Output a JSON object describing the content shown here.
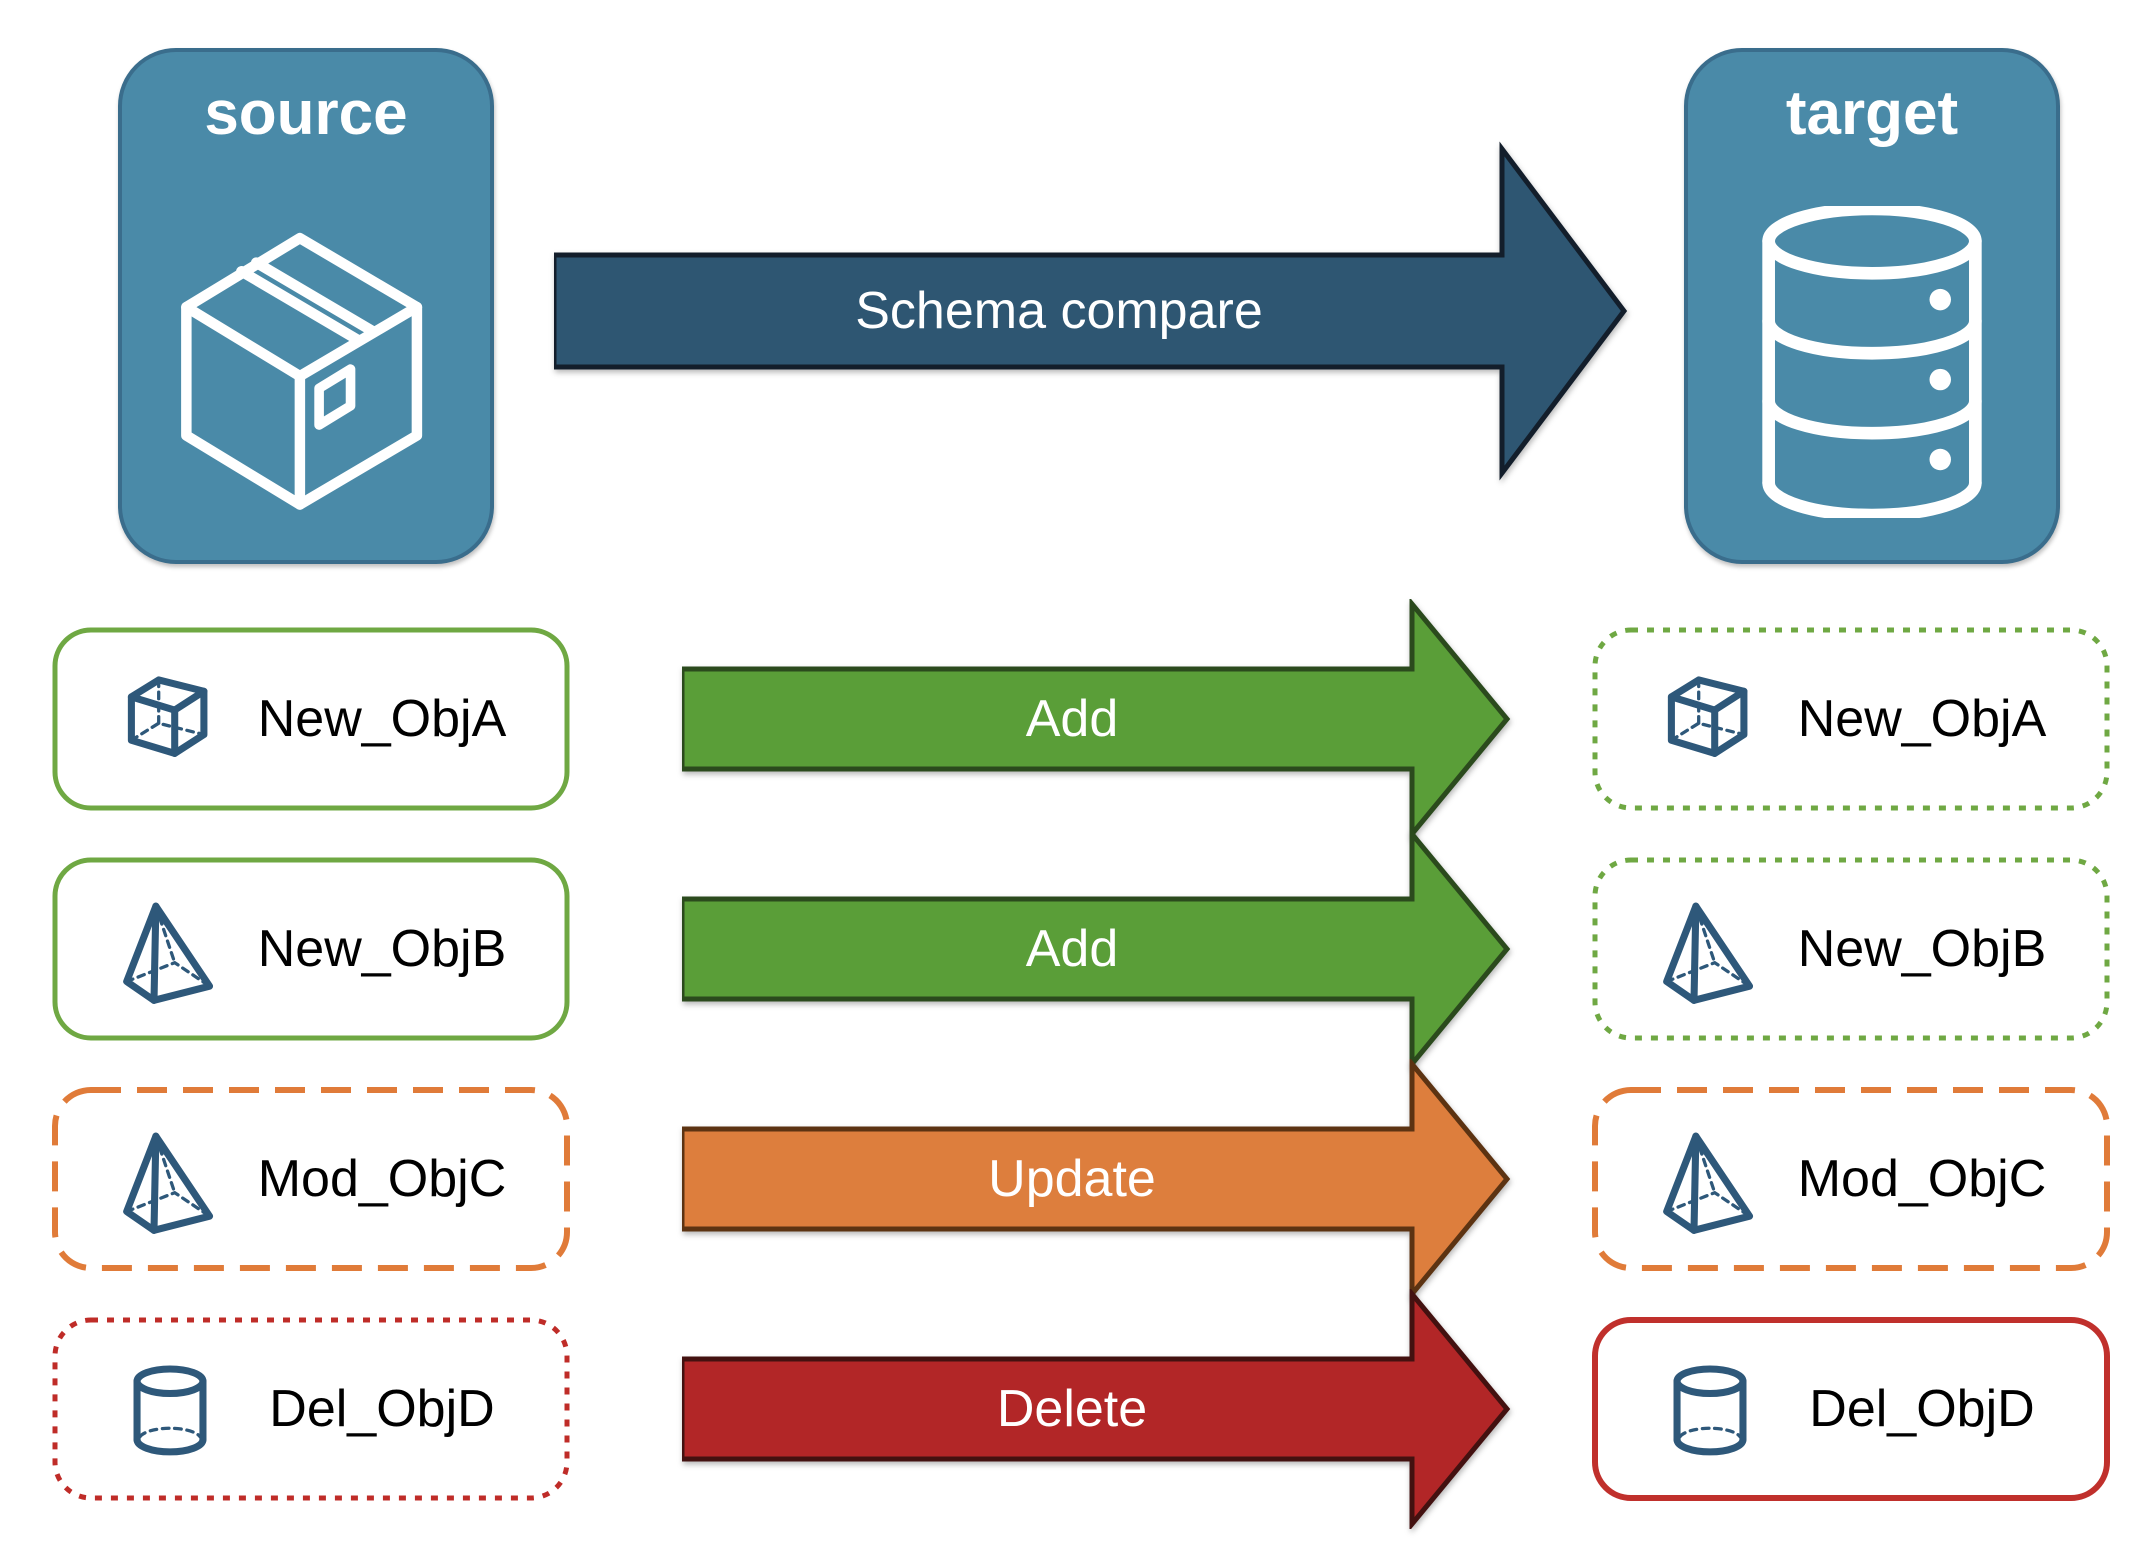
{
  "header": {
    "source_label": "source",
    "target_label": "target",
    "compare_arrow_label": "Schema compare"
  },
  "rows": [
    {
      "name": "New_ObjA",
      "action": "Add",
      "icon": "cube-icon",
      "icon_ref": "#sym-cube",
      "source_border": "solid-green",
      "target_border": "dotted-green"
    },
    {
      "name": "New_ObjB",
      "action": "Add",
      "icon": "pyramid-icon",
      "icon_ref": "#sym-pyramid",
      "source_border": "solid-green",
      "target_border": "dotted-green"
    },
    {
      "name": "Mod_ObjC",
      "action": "Update",
      "icon": "pyramid-icon",
      "icon_ref": "#sym-pyramid",
      "source_border": "dashed-orange",
      "target_border": "dashed-orange"
    },
    {
      "name": "Del_ObjD",
      "action": "Delete",
      "icon": "cylinder-icon",
      "icon_ref": "#sym-cylinder",
      "source_border": "dotted-red",
      "target_border": "solid-red"
    }
  ],
  "colors": {
    "node_fill": "#4a8aa8",
    "node_border": "#3a6d8c",
    "compare_arrow_fill": "#2e5672",
    "compare_arrow_outline": "#131e2b",
    "add_arrow_fill": "#5a9e38",
    "add_arrow_outline": "#2b4a1d",
    "update_arrow_fill": "#dd7e3d",
    "update_arrow_outline": "#5c3312",
    "delete_arrow_fill": "#b22627",
    "delete_arrow_outline": "#431110",
    "green_card_border": "#6fa843",
    "orange_card_border": "#e07b39",
    "red_card_border": "#bf2c28",
    "icon_blue": "#2e587a",
    "label_text": "#000000",
    "arrow_text": "#ffffff"
  }
}
